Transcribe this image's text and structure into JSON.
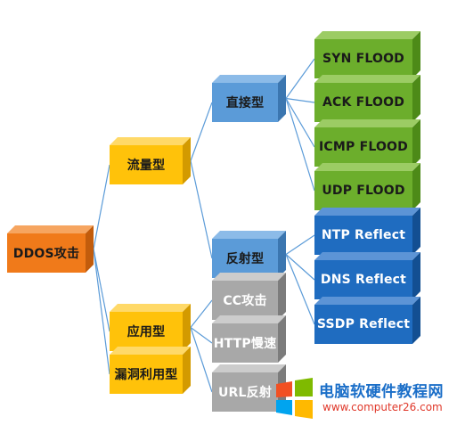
{
  "colors": {
    "orange": {
      "front": "#f07a1a",
      "top": "#f6a560",
      "side": "#c25c0c",
      "text": "#1a1a1a"
    },
    "yellow": {
      "front": "#ffc20a",
      "top": "#ffd968",
      "side": "#d39a00",
      "text": "#1a1a1a"
    },
    "blue": {
      "front": "#5b9bd8",
      "top": "#8cbbe8",
      "side": "#3b76b0",
      "text": "#1a1a1a"
    },
    "gray": {
      "front": "#a8a8a8",
      "top": "#cccccc",
      "side": "#7c7c7c",
      "text": "#ffffff"
    },
    "green": {
      "front": "#6cae2c",
      "top": "#9ccc64",
      "side": "#4d8a18",
      "text": "#1a1a1a"
    },
    "navy": {
      "front": "#1f6cc0",
      "top": "#5c94d6",
      "side": "#134f92",
      "text": "#ffffff"
    },
    "link": "#5b9bd8"
  },
  "diagram": {
    "root": {
      "id": "ddos",
      "label": "DDOS攻击",
      "color": "orange"
    },
    "branches": [
      {
        "id": "traffic",
        "label": "流量型",
        "color": "yellow"
      },
      {
        "id": "app",
        "label": "应用型",
        "color": "yellow"
      },
      {
        "id": "vuln",
        "label": "漏洞利用型",
        "color": "yellow"
      }
    ],
    "subtypes": [
      {
        "id": "direct",
        "label": "直接型",
        "color": "blue"
      },
      {
        "id": "reflect",
        "label": "反射型",
        "color": "blue"
      },
      {
        "id": "cc",
        "label": "CC攻击",
        "color": "gray"
      },
      {
        "id": "http",
        "label": "HTTP慢速",
        "color": "gray"
      },
      {
        "id": "url",
        "label": "URL反射",
        "color": "gray"
      }
    ],
    "attacks": [
      {
        "id": "syn",
        "label": "SYN FLOOD",
        "color": "green"
      },
      {
        "id": "ack",
        "label": "ACK FLOOD",
        "color": "green"
      },
      {
        "id": "icmp",
        "label": "ICMP FLOOD",
        "color": "green"
      },
      {
        "id": "udp",
        "label": "UDP FLOOD",
        "color": "green"
      },
      {
        "id": "ntp",
        "label": "NTP Reflect",
        "color": "navy"
      },
      {
        "id": "dns",
        "label": "DNS Reflect",
        "color": "navy"
      },
      {
        "id": "ssdp",
        "label": "SSDP Reflect",
        "color": "navy"
      }
    ],
    "edges": [
      [
        "ddos",
        "traffic"
      ],
      [
        "ddos",
        "app"
      ],
      [
        "ddos",
        "vuln"
      ],
      [
        "traffic",
        "direct"
      ],
      [
        "traffic",
        "reflect"
      ],
      [
        "app",
        "cc"
      ],
      [
        "app",
        "http"
      ],
      [
        "app",
        "url"
      ],
      [
        "direct",
        "syn"
      ],
      [
        "direct",
        "ack"
      ],
      [
        "direct",
        "icmp"
      ],
      [
        "direct",
        "udp"
      ],
      [
        "reflect",
        "ntp"
      ],
      [
        "reflect",
        "dns"
      ],
      [
        "reflect",
        "ssdp"
      ]
    ]
  },
  "watermark": {
    "title": "电脑软硬件教程网",
    "url": "www.computer26.com",
    "logo_colors": [
      "#f25022",
      "#7fba00",
      "#00a4ef",
      "#ffb900"
    ]
  }
}
